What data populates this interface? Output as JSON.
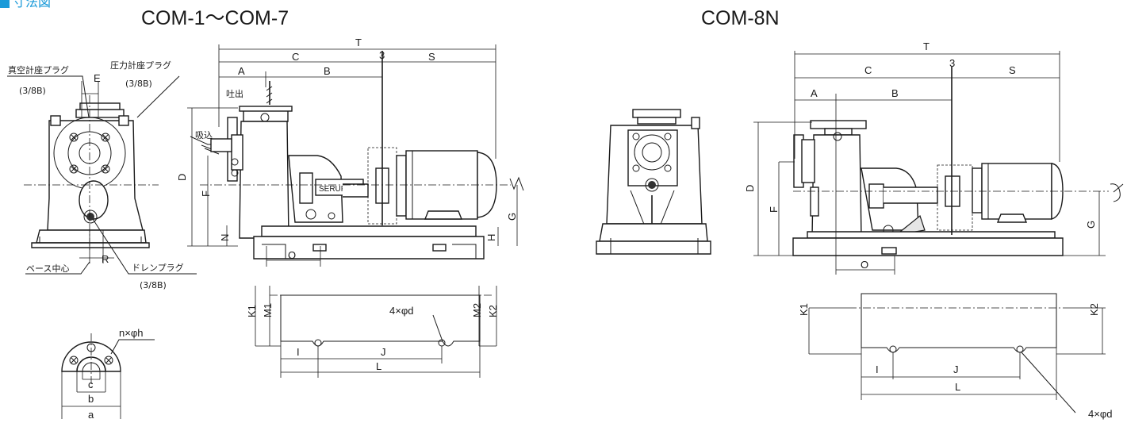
{
  "header": {
    "section_label": "寸法図",
    "title_left": "COM-1～COM-7",
    "title_right": "COM-8N"
  },
  "callouts": {
    "vacuum_plug": "真空計座プラグ",
    "vacuum_plug_size": "(3/8B)",
    "pressure_plug": "圧力計座プラグ",
    "pressure_plug_size": "(3/8B)",
    "discharge": "吐出",
    "suction": "吸込",
    "base_center": "ベース中心",
    "drain_plug": "ドレンプラグ",
    "drain_plug_size": "(3/8B)",
    "nameplate": "SERUPURA",
    "flange_holes": "n×φh",
    "bolt_holes_left": "4×φd",
    "bolt_holes_right": "4×φd"
  },
  "dims_left": {
    "T": "T",
    "C": "C",
    "gap": "3",
    "S": "S",
    "A": "A",
    "B": "B",
    "E": "E",
    "D": "D",
    "F": "F",
    "N": "N",
    "H": "H",
    "G": "G",
    "O": "O",
    "R": "R",
    "K1": "K1",
    "M1": "M1",
    "M2": "M2",
    "K2": "K2",
    "I": "I",
    "J": "J",
    "L": "L",
    "a": "a",
    "b": "b",
    "c": "c"
  },
  "dims_right": {
    "T": "T",
    "C": "C",
    "gap": "3",
    "S": "S",
    "A": "A",
    "B": "B",
    "D": "D",
    "F": "F",
    "G": "G",
    "O": "O",
    "K1": "K1",
    "K2": "K2",
    "I": "I",
    "J": "J",
    "L": "L"
  },
  "colors": {
    "accent": "#1a9ad9",
    "ink": "#1a1a1a"
  }
}
